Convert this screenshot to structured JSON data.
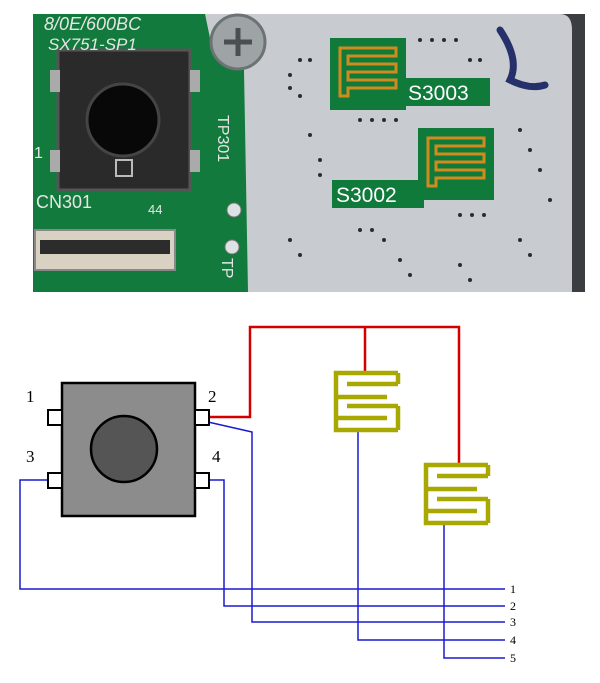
{
  "photo": {
    "pcb_labels": {
      "top_code_1": "8/0E/600BC",
      "top_code_2": "SX751-SP1",
      "tp301": "TP301",
      "cn301": "CN301",
      "s3003": "S3003",
      "s3002": "S3002",
      "tp_partial": "TP",
      "small_1": "1",
      "small_44": "44"
    }
  },
  "schematic": {
    "switch_pins": {
      "pin1": "1",
      "pin2": "2",
      "pin3": "3",
      "pin4": "4"
    },
    "terminals": [
      "1",
      "2",
      "3",
      "4",
      "5"
    ],
    "colors": {
      "common_wire": "#d40000",
      "signal_wire": "#1a1ad0",
      "sensor_pad": "#a8a800",
      "switch_body": "#8c8c8c",
      "switch_button": "#555555",
      "board_green": "#0f7a3a",
      "board_silver": "#c9cdd0",
      "gold_contact": "#d08a1e"
    }
  }
}
